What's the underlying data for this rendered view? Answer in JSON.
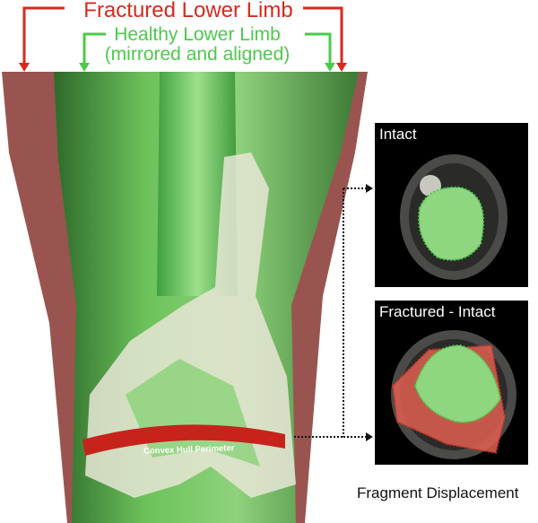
{
  "labels": {
    "fractured": "Fractured Lower Limb",
    "healthy_line1": "Healthy Lower Limb",
    "healthy_line2": "(mirrored and aligned)",
    "convex_hull": "Convex Hull Perimeter",
    "fragment_displacement": "Fragment Displacement"
  },
  "panels": {
    "intact": "Intact",
    "fractured_intact": "Fractured - Intact"
  },
  "colors": {
    "fractured": "#d8291c",
    "healthy": "#4cc94c"
  }
}
